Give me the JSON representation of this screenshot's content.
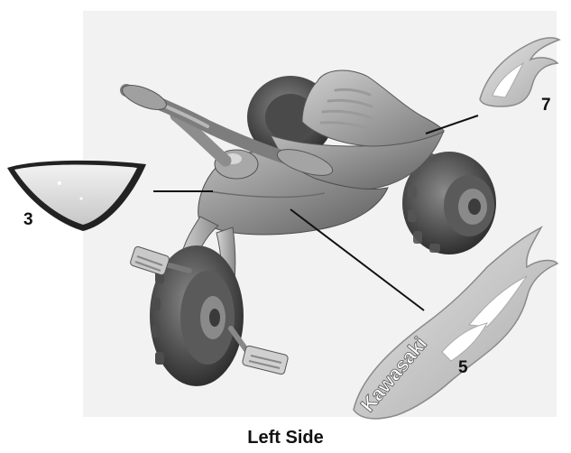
{
  "caption": "Left Side",
  "callouts": {
    "windshield": "3",
    "body_decal": "5",
    "seat_decal": "7"
  },
  "decal_text": "Kawasaki"
}
